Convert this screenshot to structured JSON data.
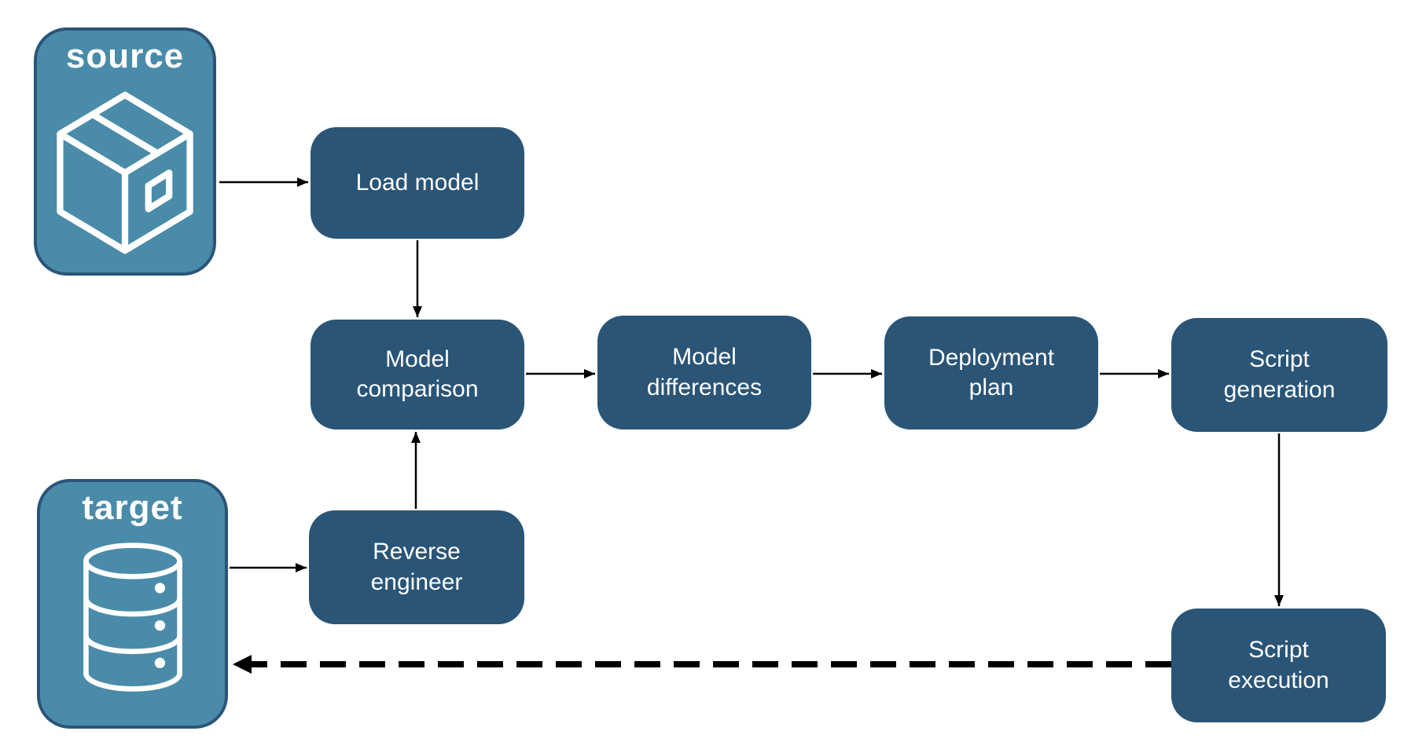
{
  "diagram": {
    "background": "#ffffff",
    "colors": {
      "container_fill": "#4A8BA9",
      "container_border": "#2A5578",
      "node_fill": "#2A5577",
      "label_text": "#ffffff",
      "arrow": "#000000"
    },
    "containers": [
      {
        "id": "source",
        "label": "source",
        "icon": "package-icon"
      },
      {
        "id": "target",
        "label": "target",
        "icon": "database-icon"
      }
    ],
    "nodes": [
      {
        "id": "load-model",
        "lines": [
          "Load model"
        ]
      },
      {
        "id": "model-comparison",
        "lines": [
          "Model",
          "comparison"
        ]
      },
      {
        "id": "model-differences",
        "lines": [
          "Model",
          "differences"
        ]
      },
      {
        "id": "deployment-plan",
        "lines": [
          "Deployment",
          "plan"
        ]
      },
      {
        "id": "script-generation",
        "lines": [
          "Script",
          "generation"
        ]
      },
      {
        "id": "reverse-engineer",
        "lines": [
          "Reverse",
          "engineer"
        ]
      },
      {
        "id": "script-execution",
        "lines": [
          "Script",
          "execution"
        ]
      }
    ],
    "edges": [
      {
        "from": "source",
        "to": "load-model",
        "style": "solid"
      },
      {
        "from": "load-model",
        "to": "model-comparison",
        "style": "solid"
      },
      {
        "from": "target",
        "to": "reverse-engineer",
        "style": "solid"
      },
      {
        "from": "reverse-engineer",
        "to": "model-comparison",
        "style": "solid"
      },
      {
        "from": "model-comparison",
        "to": "model-differences",
        "style": "solid"
      },
      {
        "from": "model-differences",
        "to": "deployment-plan",
        "style": "solid"
      },
      {
        "from": "deployment-plan",
        "to": "script-generation",
        "style": "solid"
      },
      {
        "from": "script-generation",
        "to": "script-execution",
        "style": "solid"
      },
      {
        "from": "script-execution",
        "to": "target",
        "style": "dashed"
      }
    ]
  }
}
